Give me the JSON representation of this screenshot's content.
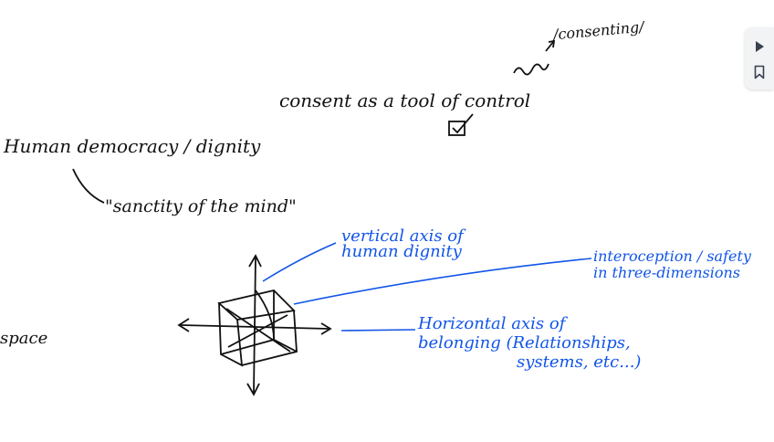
{
  "notes": {
    "consenting": "/consenting/",
    "consent_control": "consent as a tool of control",
    "human_dignity": "Human democracy / dignity",
    "sanctity": "\"sanctity of the mind\"",
    "vertical_axis": [
      "vertical axis of",
      "human dignity"
    ],
    "interoception": [
      "interoception / safety",
      "in three-dimensions"
    ],
    "horizontal_axis": [
      "Horizontal axis of",
      "belonging (Relationships,",
      "systems, etc...)"
    ],
    "space": "space"
  },
  "colors": {
    "ink_black": "#111111",
    "ink_blue": "#1155e8"
  },
  "toolbar": {
    "play_icon": "play-icon",
    "bookmark_icon": "bookmark-icon"
  }
}
